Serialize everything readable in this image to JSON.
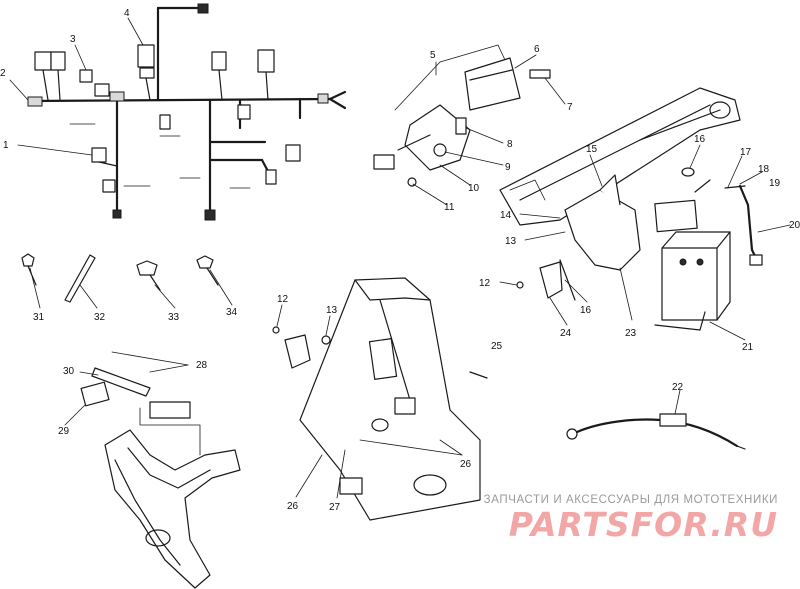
{
  "callouts": [
    "1",
    "2",
    "3",
    "4",
    "5",
    "6",
    "7",
    "8",
    "9",
    "10",
    "11",
    "12",
    "13",
    "14",
    "15",
    "16",
    "17",
    "18",
    "19",
    "20",
    "21",
    "22",
    "23",
    "24",
    "25",
    "26",
    "27",
    "28",
    "29",
    "30",
    "31",
    "32",
    "33",
    "34"
  ],
  "watermark": {
    "caption": "ЗАПЧАСТИ И АКСЕССУАРЫ ДЛЯ МОТОТЕХНИКИ",
    "logo": "PARTSFOR.RU",
    "logo_color": "#f2a6a6",
    "caption_color": "#9a9a9a"
  }
}
